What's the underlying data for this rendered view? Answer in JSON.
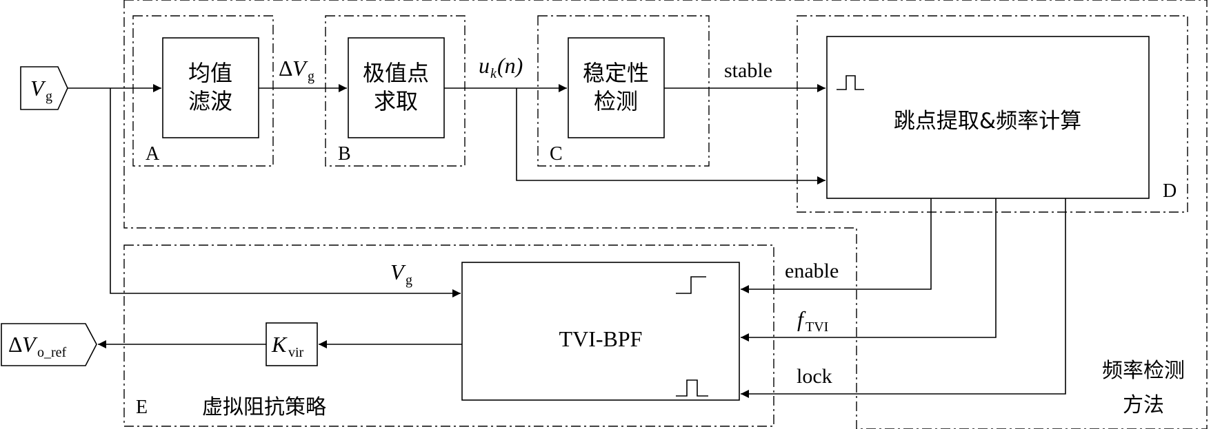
{
  "colors": {
    "stroke": "#000000",
    "background": "#ffffff"
  },
  "signals": {
    "vg_base": "V",
    "vg_sub": "g",
    "delta": "Δ",
    "uk_base": "u",
    "uk_sub": "k",
    "uk_arg": "(n)",
    "stable": "stable",
    "enable": "enable",
    "f_base": "f",
    "f_sub": "TVI",
    "lock": "lock",
    "k_base": "K",
    "k_sub": "vir",
    "vo_base": "V",
    "vo_sub": "o_ref"
  },
  "blocks": {
    "mean_filter_line1": "均值",
    "mean_filter_line2": "滤波",
    "extremum_line1": "极值点",
    "extremum_line2": "求取",
    "stability_line1": "稳定性",
    "stability_line2": "检测",
    "jump_freq": "跳点提取&频率计算",
    "tvi_bpf": "TVI-BPF"
  },
  "regions": {
    "A": "A",
    "B": "B",
    "C": "C",
    "D": "D",
    "E": "E",
    "E_title": "虚拟阻抗策略",
    "freq_title_line1": "频率检测",
    "freq_title_line2": "方法"
  }
}
